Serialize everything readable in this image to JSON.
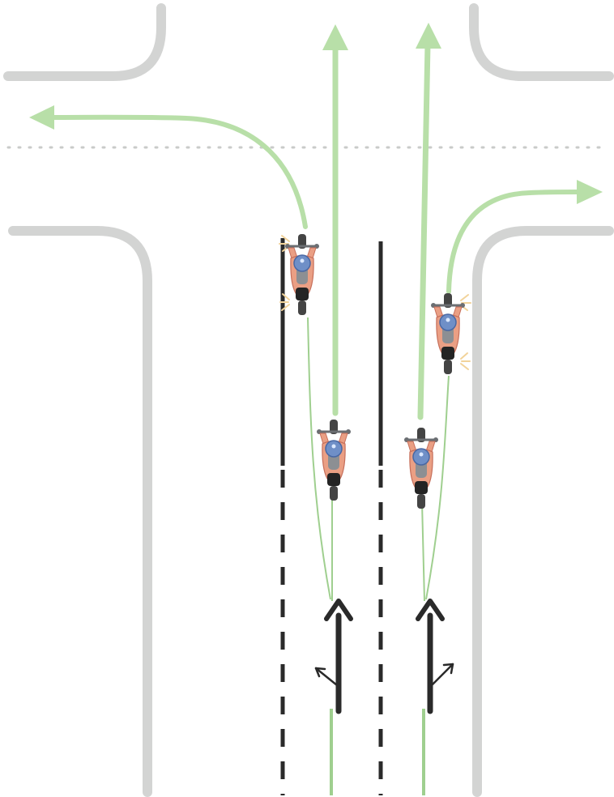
{
  "diagram": {
    "colors": {
      "background": "#ffffff",
      "road_edge": "#d3d4d3",
      "path_green": "#b8dfa8",
      "path_green_thin": "#9fcf8f",
      "lane_line": "#2a2a2a",
      "center_dots": "#c9cbc9",
      "rider_jacket": "#ea9f84",
      "rider_helmet": "#6f8fc7",
      "bike_body": "#8c8f93",
      "indicator_glow": "#f2d39a"
    },
    "lanes": [
      {
        "id": "left-lane",
        "movements": [
          "left-turn",
          "straight"
        ],
        "riders": [
          {
            "id": "left-turning-rider",
            "indicator": "left"
          },
          {
            "id": "left-lane-straight-rider",
            "indicator": "none"
          }
        ]
      },
      {
        "id": "right-lane",
        "movements": [
          "straight",
          "right-turn"
        ],
        "riders": [
          {
            "id": "right-lane-straight-rider",
            "indicator": "none"
          },
          {
            "id": "right-turning-rider",
            "indicator": "right"
          }
        ]
      }
    ],
    "pavement_arrows": [
      {
        "id": "left-lane-arrow",
        "icon": "straight-and-left-arrow-icon"
      },
      {
        "id": "right-lane-arrow",
        "icon": "straight-and-right-arrow-icon"
      }
    ]
  }
}
